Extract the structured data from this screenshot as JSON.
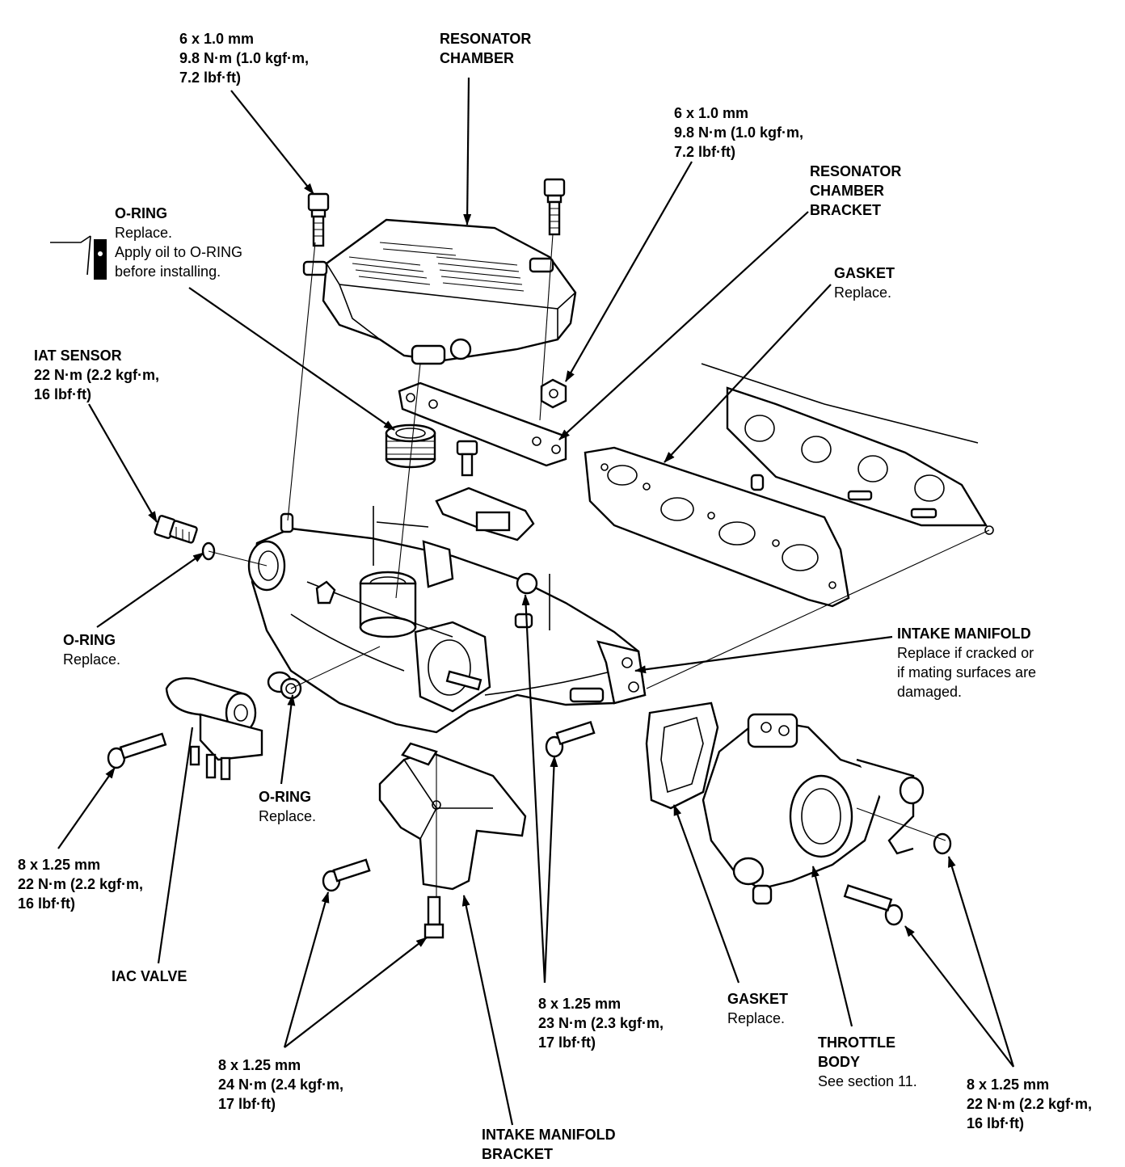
{
  "callouts": {
    "bolt_top_left": {
      "lines": [
        "6 x 1.0 mm",
        "9.8 N·m (1.0 kgf·m,",
        "7.2 lbf·ft)"
      ]
    },
    "resonator_chamber": {
      "lines": [
        "RESONATOR",
        "CHAMBER"
      ]
    },
    "bolt_top_right": {
      "lines": [
        "6 x 1.0 mm",
        "9.8 N·m (1.0 kgf·m,",
        "7.2 lbf·ft)"
      ]
    },
    "resonator_bracket": {
      "lines": [
        "RESONATOR",
        "CHAMBER",
        "BRACKET"
      ]
    },
    "oring_top": {
      "title": "O-RING",
      "lines": [
        "Replace.",
        "Apply oil to O-RING",
        "before installing."
      ]
    },
    "gasket_top": {
      "title": "GASKET",
      "lines": [
        "Replace."
      ]
    },
    "iat_sensor": {
      "title": "IAT SENSOR",
      "lines": [
        "22 N·m (2.2 kgf·m,",
        "16 lbf·ft)"
      ]
    },
    "oring_left": {
      "title": "O-RING",
      "lines": [
        "Replace."
      ]
    },
    "intake_manifold": {
      "title": "INTAKE MANIFOLD",
      "lines": [
        "Replace if cracked or",
        "if mating surfaces are",
        "damaged."
      ]
    },
    "oring_mid": {
      "title": "O-RING",
      "lines": [
        "Replace."
      ]
    },
    "bolt_iac": {
      "lines": [
        "8 x 1.25 mm",
        "22 N·m (2.2 kgf·m,",
        "16 lbf·ft)"
      ]
    },
    "iac_valve": {
      "title": "IAC VALVE"
    },
    "bolt_center": {
      "lines": [
        "8 x 1.25 mm",
        "23 N·m (2.3 kgf·m,",
        "17 lbf·ft)"
      ]
    },
    "gasket_bottom": {
      "title": "GASKET",
      "lines": [
        "Replace."
      ]
    },
    "throttle_body": {
      "title": "THROTTLE",
      "title2": "BODY",
      "lines": [
        "See section 11."
      ]
    },
    "bolt_bottom_left": {
      "lines": [
        "8 x 1.25 mm",
        "24 N·m (2.4 kgf·m,",
        "17 lbf·ft)"
      ]
    },
    "bolt_bottom_right": {
      "lines": [
        "8 x 1.25 mm",
        "22 N·m (2.2 kgf·m,",
        "16 lbf·ft)"
      ]
    },
    "manifold_bracket": {
      "lines": [
        "INTAKE MANIFOLD",
        "BRACKET"
      ]
    }
  }
}
